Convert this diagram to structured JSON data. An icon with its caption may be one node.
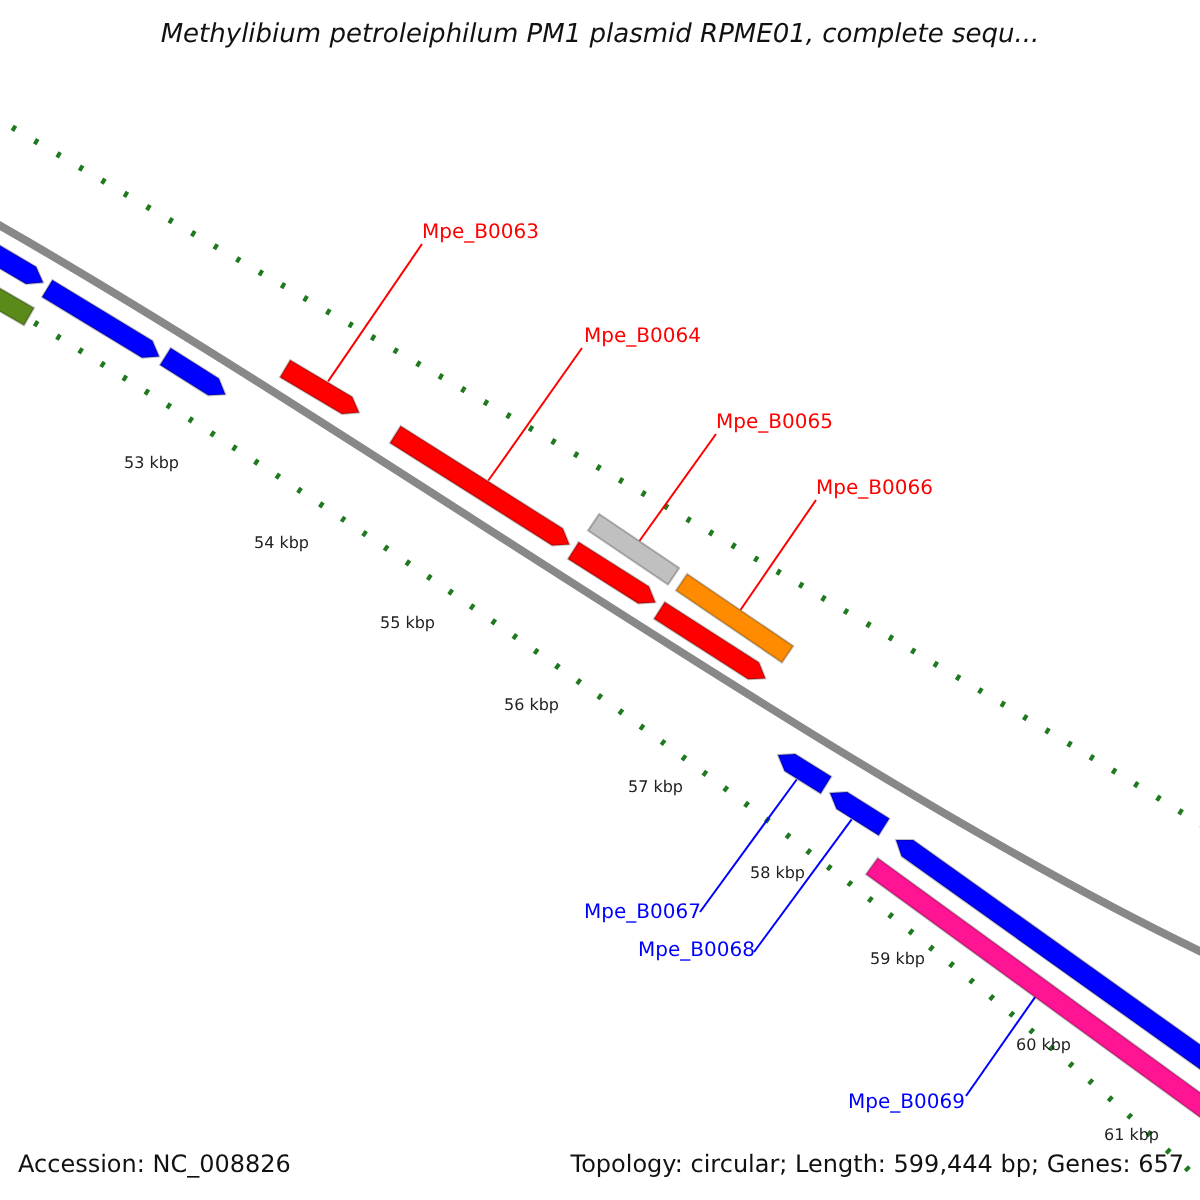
{
  "diagram": {
    "title": "Methylibium petroleiphilum PM1 plasmid RPME01, complete sequ...",
    "nodes": [
      {
        "text": [],
        "shape": "pentagon"
      },
      {
        "text": [],
        "shape": "bar"
      },
      {
        "text": [],
        "shape": "pentagon"
      },
      {
        "text": [],
        "shape": "pentagon"
      },
      {
        "text": [
          "Mpe_B0063"
        ]
      },
      {
        "text": [],
        "shape": "pentagon"
      },
      {
        "text": [
          "Mpe_B0064"
        ]
      },
      {
        "text": [],
        "shape": "pentagon"
      },
      {
        "text": [
          "Mpe_B0065"
        ]
      },
      {
        "text": [],
        "shape": "bar"
      },
      {
        "text": [],
        "shape": "pentagon"
      },
      {
        "text": [
          "Mpe_B0066"
        ]
      },
      {
        "text": [],
        "shape": "bar"
      },
      {
        "text": [],
        "shape": "pentagon"
      },
      {
        "text": [],
        "shape": "pentagon"
      },
      {
        "text": [],
        "shape": "pentagon"
      },
      {
        "text": [],
        "shape": "pentagon"
      },
      {
        "text": [],
        "shape": "bar"
      },
      {
        "text": [
          "Mpe_B0067"
        ]
      },
      {
        "text": [
          "Mpe_B0068"
        ]
      },
      {
        "text": [
          "Mpe_B0069"
        ]
      }
    ],
    "edges": [
      {
        "from": 4,
        "to": 5,
        "arrow": "none"
      },
      {
        "from": 6,
        "to": 7,
        "arrow": "none"
      },
      {
        "from": 8,
        "to": 9,
        "arrow": "none"
      },
      {
        "from": 11,
        "to": 12,
        "arrow": "none"
      },
      {
        "from": 18,
        "to": 14,
        "arrow": "none",
        "color": "#0000ff"
      },
      {
        "from": 19,
        "to": 15,
        "arrow": "none",
        "color": "#0000ff"
      },
      {
        "from": 20,
        "to": 17,
        "arrow": "none",
        "color": "#0000ff"
      }
    ],
    "labels": [
      "53 kbp",
      "54 kbp",
      "55 kbp",
      "56 kbp",
      "57 kbp",
      "58 kbp",
      "59 kbp",
      "60 kbp",
      "61 kbp",
      "Accession: NC_008826",
      "Topology: circular; Length: 599,444 bp; Genes: 657"
    ]
  }
}
